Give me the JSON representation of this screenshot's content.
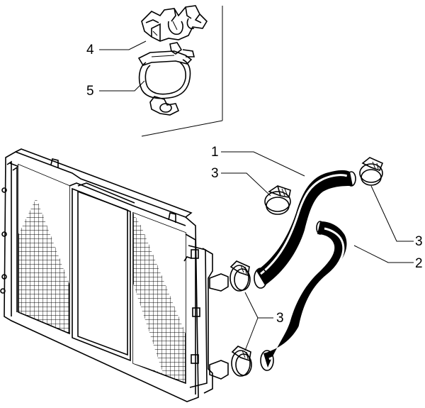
{
  "callouts": {
    "c1": "1",
    "c2": "2",
    "c3a": "3",
    "c3b": "3",
    "c3c": "3",
    "c4": "4",
    "c5": "5"
  },
  "colors": {
    "ink": "#000000",
    "paper": "#ffffff"
  }
}
